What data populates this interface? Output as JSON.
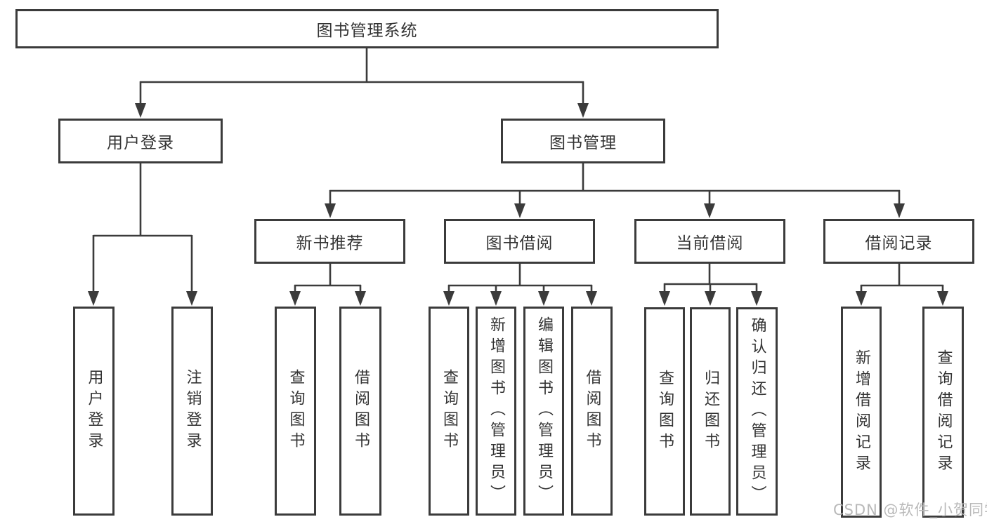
{
  "diagram": {
    "type": "hierarchy-tree",
    "watermark": "CSDN @软件_小贺同学",
    "colors": {
      "line": "#3b3b3b",
      "text": "#333333",
      "watermark": "#b9b9b9",
      "background": "#ffffff"
    },
    "tree": {
      "label": "图书管理系统",
      "children": [
        {
          "label": "用户登录",
          "children": [
            {
              "label": "用户登录"
            },
            {
              "label": "注销登录"
            }
          ]
        },
        {
          "label": "图书管理",
          "children": [
            {
              "label": "新书推荐",
              "children": [
                {
                  "label": "查询图书"
                },
                {
                  "label": "借阅图书"
                }
              ]
            },
            {
              "label": "图书借阅",
              "children": [
                {
                  "label": "查询图书"
                },
                {
                  "label": "新增图书（管理员）"
                },
                {
                  "label": "编辑图书（管理员）"
                },
                {
                  "label": "借阅图书"
                }
              ]
            },
            {
              "label": "当前借阅",
              "children": [
                {
                  "label": "查询图书"
                },
                {
                  "label": "归还图书"
                },
                {
                  "label": "确认归还（管理员）"
                }
              ]
            },
            {
              "label": "借阅记录",
              "children": [
                {
                  "label": "新增借阅记录"
                },
                {
                  "label": "查询借阅记录"
                }
              ]
            }
          ]
        }
      ]
    }
  }
}
